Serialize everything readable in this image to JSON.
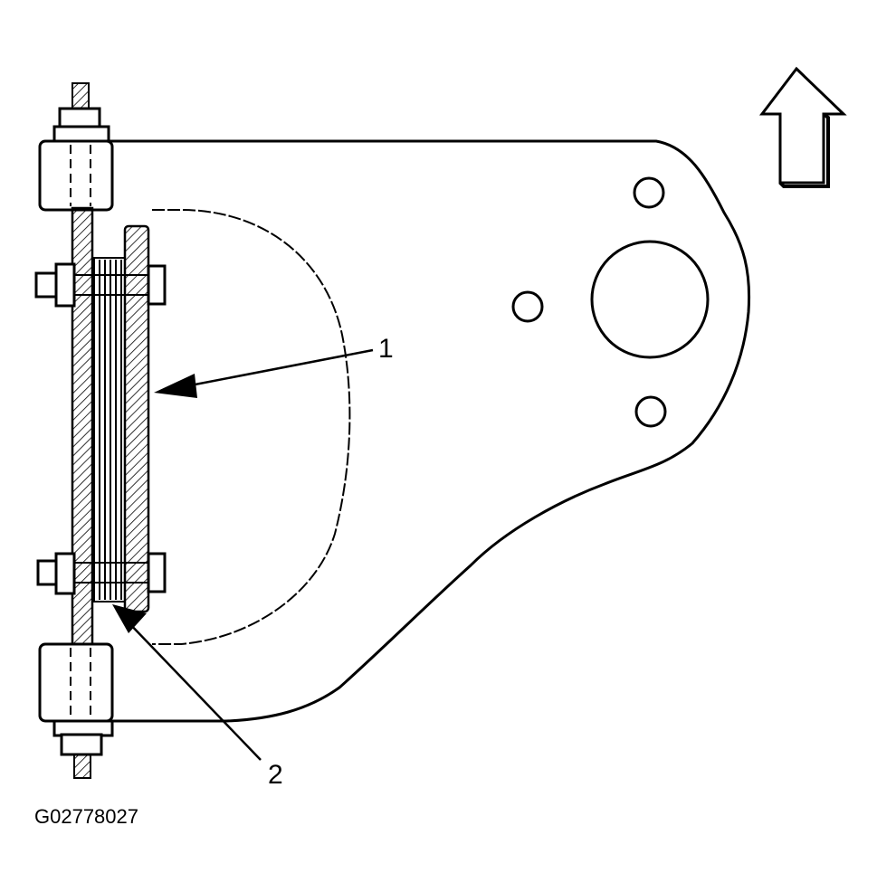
{
  "diagram": {
    "figure_id": "G02778027",
    "callouts": [
      {
        "label": "1"
      },
      {
        "label": "2"
      }
    ],
    "icons": {
      "direction_arrow": "arrow-up-icon"
    },
    "colors": {
      "line": "#000000",
      "background": "#ffffff"
    }
  }
}
